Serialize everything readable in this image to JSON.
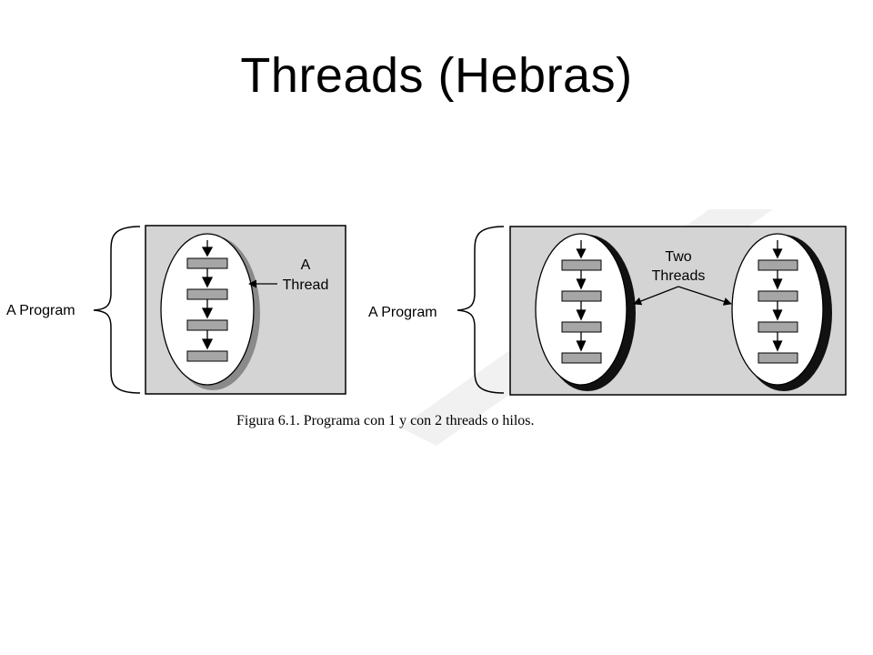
{
  "slide": {
    "title": "Threads (Hebras)"
  },
  "figure": {
    "left_panel": {
      "program_label": "A Program",
      "thread_label_line1": "A",
      "thread_label_line2": "Thread"
    },
    "right_panel": {
      "program_label": "A Program",
      "threads_label_line1": "Two",
      "threads_label_line2": "Threads"
    },
    "caption": "Figura 6.1. Programa con 1 y con 2 threads o hilos."
  },
  "colors": {
    "panel_fill": "#d4d4d4",
    "step_fill": "#a6a6a6",
    "ellipse_fill": "#ffffff",
    "watermark": "#e6e6e6"
  }
}
